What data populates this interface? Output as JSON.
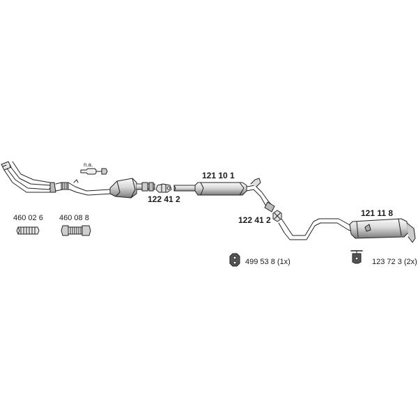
{
  "labels": {
    "na": "n.a.",
    "part_121_10_1": "121 10 1",
    "part_122_41_2_a": "122 41 2",
    "part_122_41_2_b": "122 41 2",
    "part_121_11_8": "121 11 8",
    "part_460_02_6": "460 02 6",
    "part_460_08_8": "460 08 8",
    "part_499_53_8": "499 53 8 (1x)",
    "part_123_72_3": "123 72 3 (2x)"
  },
  "colors": {
    "line": "#222222",
    "fill_light": "#f0f0f0",
    "fill_mid": "#cfcfcf",
    "fill_dark": "#8a8a8a"
  }
}
